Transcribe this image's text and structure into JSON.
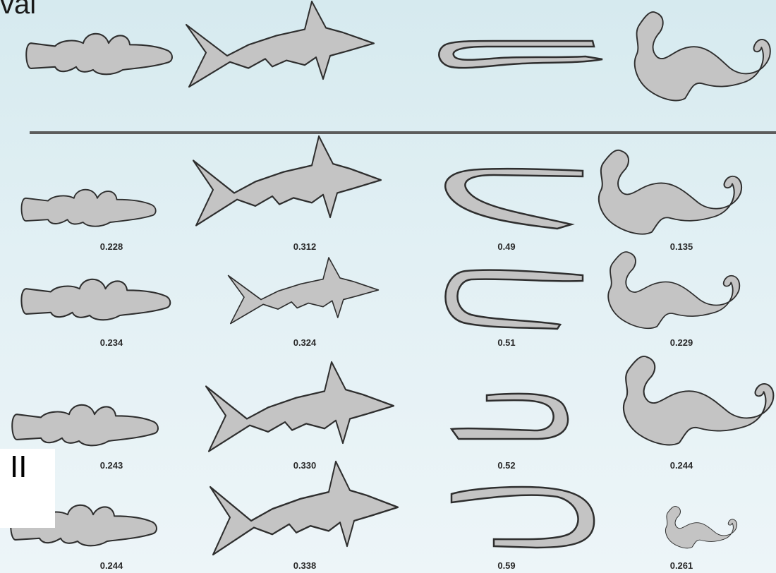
{
  "header": {
    "title_fragment": "val"
  },
  "overlay": {
    "text": "II"
  },
  "query_row": {
    "shapes": [
      "goby-icon",
      "shark-icon",
      "eel-icon",
      "seahorse-icon"
    ]
  },
  "results": {
    "rows": [
      {
        "scores": [
          "0.228",
          "0.312",
          "0.49",
          "0.135"
        ]
      },
      {
        "scores": [
          "0.234",
          "0.324",
          "0.51",
          "0.229"
        ]
      },
      {
        "scores": [
          "0.243",
          "0.330",
          "0.52",
          "0.244"
        ]
      },
      {
        "scores": [
          "0.244",
          "0.338",
          "0.59",
          "0.261"
        ]
      }
    ]
  },
  "colors": {
    "shape_fill": "#c4c4c4",
    "shape_stroke": "#2e2e2e",
    "divider": "#5c5c5c"
  }
}
